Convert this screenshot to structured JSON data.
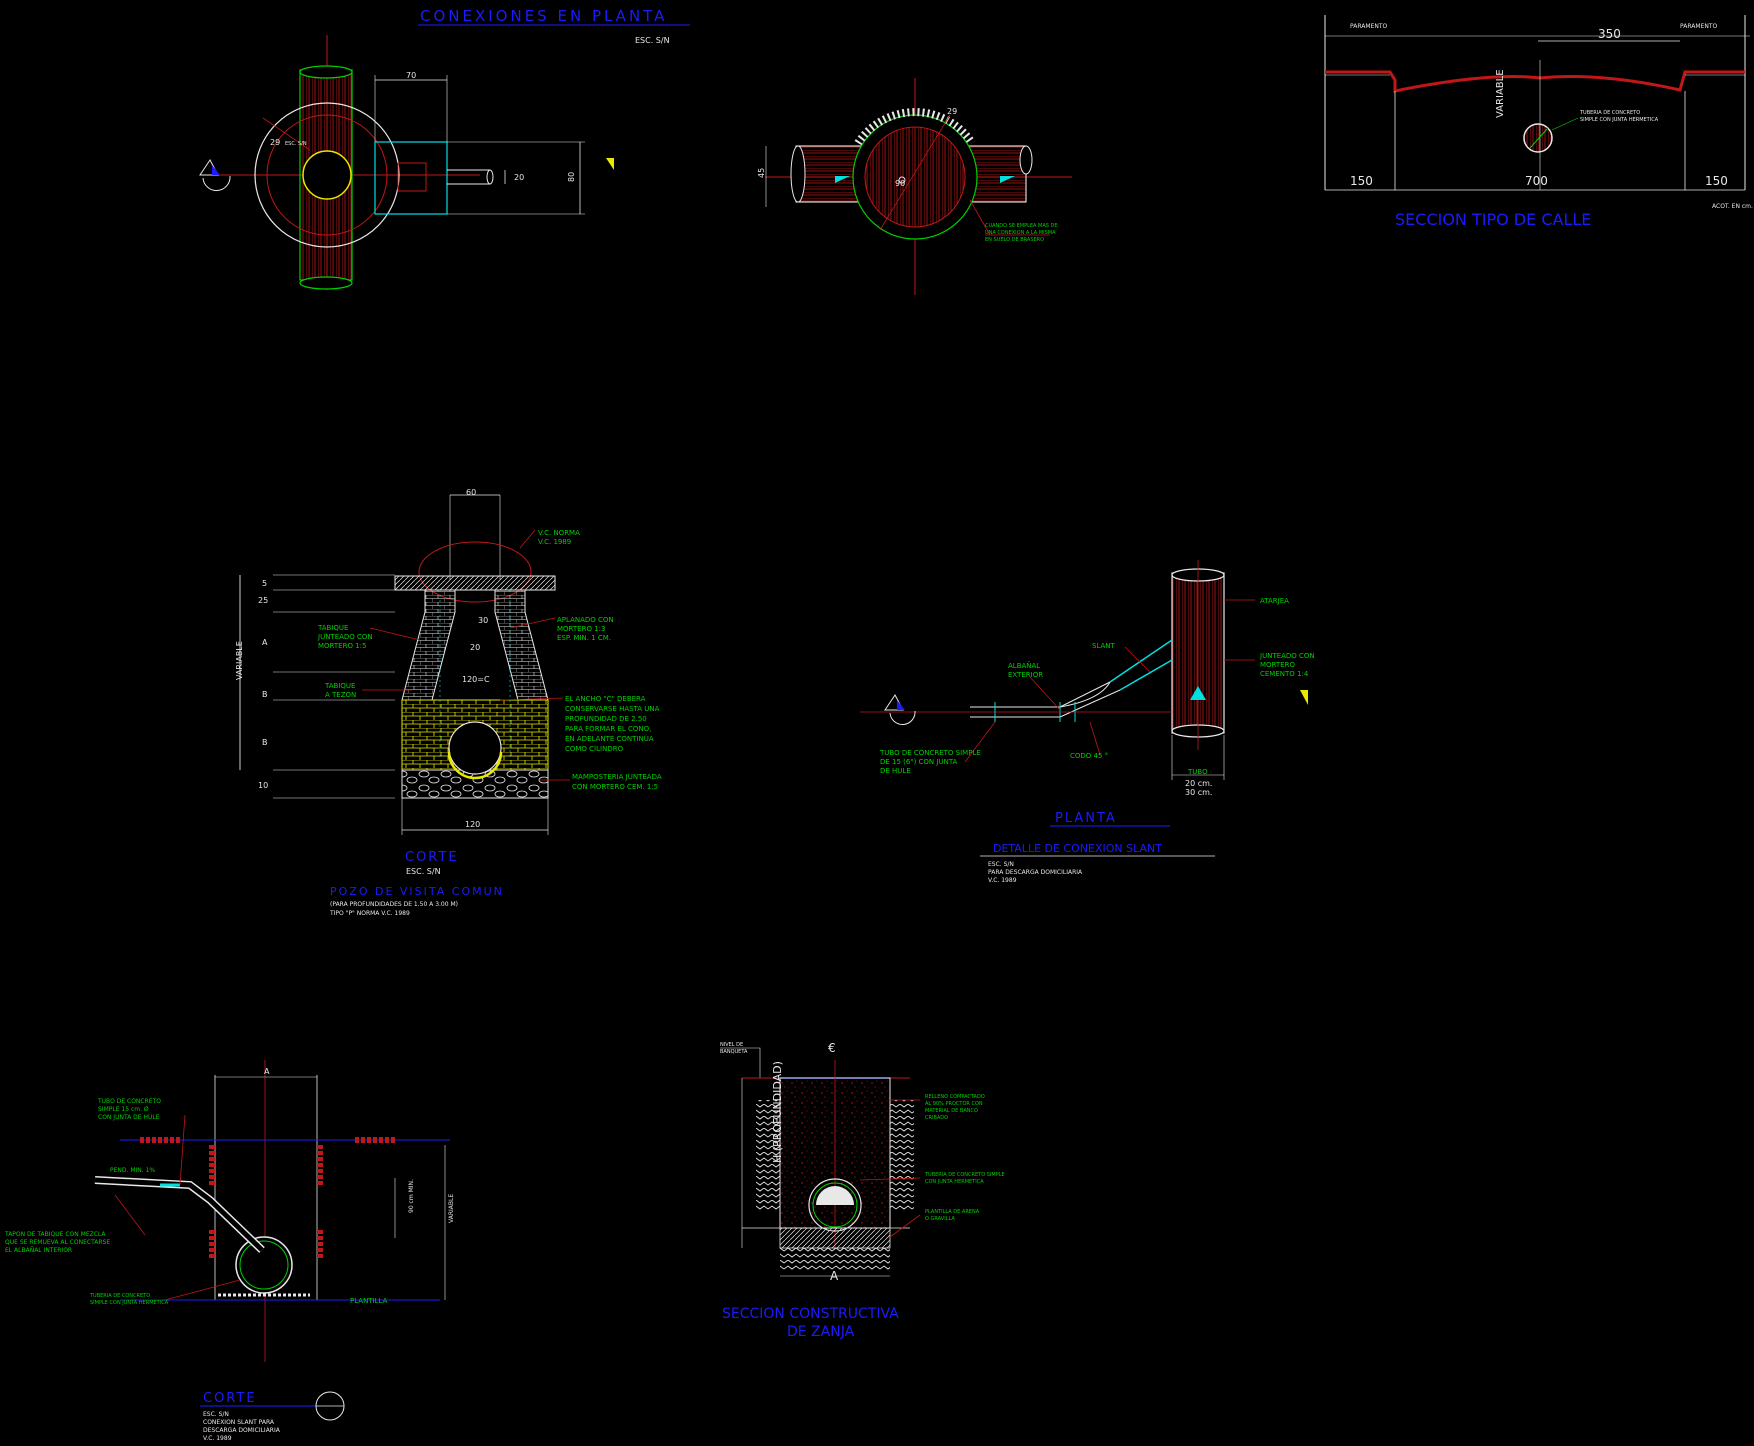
{
  "titles": {
    "conexiones": "CONEXIONES EN PLANTA",
    "esc1": "ESC. S/N",
    "seccion_calle": "SECCION TIPO DE CALLE",
    "corte_pozo": "CORTE",
    "corte_esc": "ESC. S/N",
    "pozo": "POZO DE VISITA COMUN",
    "pozo_sub1": "(PARA PROFUNDIDADES DE 1.50 A 3.00 M)",
    "pozo_sub2": "TIPO \"P\" NORMA V.C. 1989",
    "planta": "PLANTA",
    "detalle": "DETALLE DE CONEXION SLANT",
    "detalle_esc": "ESC. S/N",
    "detalle_sub1": "PARA DESCARGA DOMICILIARIA",
    "detalle_sub2": "V.C. 1989",
    "zanja1": "SECCION CONSTRUCTIVA",
    "zanja2": "DE ZANJA",
    "corte2": "CORTE",
    "corte2_esc": "ESC. S/N",
    "corte2_sub1": "CONEXION SLANT PARA",
    "corte2_sub2": "DESCARGA DOMICILIARIA",
    "corte2_sub3": "V.C. 1989"
  },
  "calle": {
    "paramento_l": "PARAMENTO",
    "paramento_r": "PARAMENTO",
    "dim_350": "350",
    "dim_150_l": "150",
    "dim_700": "700",
    "dim_150_r": "150",
    "variable": "VARIABLE",
    "note1": "TUBERIA DE CONCRETO",
    "note2": "SIMPLE CON JUNTA HERMETICA",
    "acot": "ACOT. EN cm."
  },
  "planta_conex": {
    "dim_70": "70",
    "dim_20": "20",
    "dim_80": "80",
    "r29": "29",
    "esc": "ESC. S/N"
  },
  "planta_conex2": {
    "r29": "29",
    "dim_90": "90",
    "dim_45": "45",
    "note1": "CUANDO SE EMPLEA MAS DE",
    "note2": "UNA CONEXION A LA MISMA",
    "note3": "EN SUELO DE BRASERO"
  },
  "pozo": {
    "dim_60": "60",
    "brocal1": "V.C. NORMA",
    "brocal2": "V.C. 1989",
    "tabique1": "TABIQUE",
    "tabique2": "JUNTEADO CON",
    "tabique3": "MORTERO 1:5",
    "tabique4": "TABIQUE",
    "tabique5": "A TEZON",
    "aplanado1": "APLANADO CON",
    "aplanado2": "MORTERO 1:3",
    "aplanado3": "ESP. MIN. 1 CM.",
    "ancho1": "EL ANCHO \"C\" DEBERA",
    "ancho2": "CONSERVARSE HASTA UNA",
    "ancho3": "PROFUNDIDAD DE 2.50",
    "ancho4": "PARA FORMAR EL CONO,",
    "ancho5": "EN ADELANTE CONTINUA",
    "ancho6": "COMO CILINDRO",
    "mamp1": "MAMPOSTERIA JUNTEADA",
    "mamp2": "CON MORTERO CEM. 1:5",
    "dim_120": "120",
    "dim_c": "120=C",
    "dim_30": "30",
    "dim_20": "20",
    "dim_5": "5",
    "dim_25": "25",
    "a": "A",
    "b1": "B",
    "b2": "B",
    "dim_10": "10",
    "variable": "VARIABLE"
  },
  "slant": {
    "atarjea": "ATARJEA",
    "junteado1": "JUNTEADO CON",
    "junteado2": "MORTERO",
    "junteado3": "CEMENTO 1:4",
    "slant": "SLANT",
    "albanal1": "ALBAÑAL",
    "albanal2": "EXTERIOR",
    "tubo1": "TUBO DE CONCRETO SIMPLE",
    "tubo2": "DE 15 (6\") CON JUNTA",
    "tubo3": "DE HULE",
    "codo": "CODO 45 °",
    "dim1": "TUBO",
    "dim2": "20 cm.",
    "dim3": "30 cm."
  },
  "zanja": {
    "nivel1": "NIVEL DE",
    "nivel2": "BANQUETA",
    "eje": "€",
    "prof": "H (PROFUNDIDAD)",
    "relleno1": "RELLENO COMPACTADO",
    "relleno2": "AL 90% PROCTOR CON",
    "relleno3": "MATERIAL DE BANCO",
    "relleno4": "CRIBADO",
    "tuberia1": "TUBERIA DE CONCRETO SIMPLE",
    "tuberia2": "CON JUNTA HERMETICA",
    "plantilla1": "PLANTILLA DE ARENA",
    "plantilla2": "O GRAVILLA",
    "a": "A"
  },
  "corte2": {
    "a": "A",
    "tubo1": "TUBO DE CONCRETO",
    "tubo2": "SIMPLE 15 cm. Ø",
    "tubo3": "CON JUNTA DE HULE",
    "pend": "PEND. MIN. 1%",
    "tapon1": "TAPON DE TABIQUE CON MEZCLA",
    "tapon2": "QUE SE REMUEVA AL CONECTARSE",
    "tapon3": "EL ALBAÑAL INTERIOR",
    "tuberia1": "TUBERIA DE CONCRETO",
    "tuberia2": "SIMPLE CON JUNTA HERMETICA",
    "plantilla": "PLANTILLA",
    "dim_90": "90 cm MIN.",
    "variable": "VARIABLE"
  }
}
